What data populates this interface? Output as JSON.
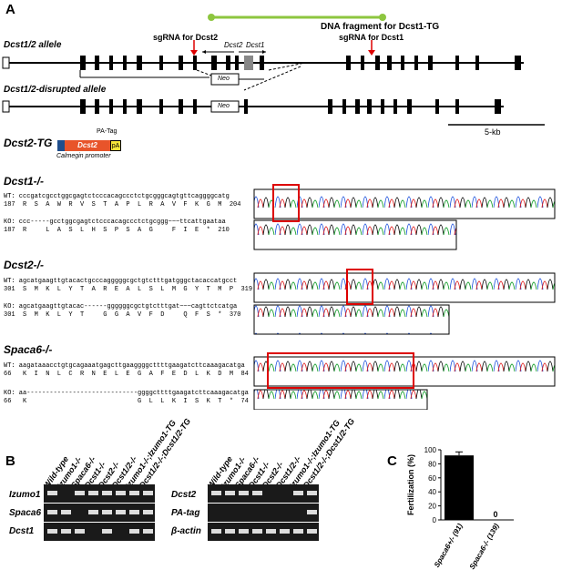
{
  "panelA": {
    "letter": "A",
    "dna_fragment_label": "DNA fragment for Dcst1-TG",
    "allele_label": "Dcst1/2 allele",
    "disrupted_label": "Dcst1/2-disrupted allele",
    "sgrna_dcst2": "sgRNA for Dcst2",
    "sgrna_dcst1": "sgRNA for Dcst1",
    "gene_dcst2": "Dcst2",
    "gene_dcst1": "Dcst1",
    "neo": "Neo",
    "scale": "5-kb",
    "tg_title": "Dcst2-TG",
    "tg_pa_tag": "PA-Tag",
    "tg_dcst2": "Dcst2",
    "tg_pa": "pA",
    "tg_promoter": "Calmegin promoter",
    "dcst1_title": "Dcst1-/-",
    "dcst1_wt_seq": "WT: cccgatcgcctggcgagtctcccacagccctctgcgggcagtgttcaggggcatg",
    "dcst1_wt_aa": "187  R  S  A  W  R  V  S  T  A  P  L  R  A  V  F  K  G  M  204",
    "dcst1_ko_seq": "KO: ccc-----gcctggcgagtctcccacagccctctgcggg~~~ttcattgaataa",
    "dcst1_ko_aa": "187  R     L  A  S  L  H  S  P  S  A  G     F  I  E  *  210",
    "dcst2_title": "Dcst2-/-",
    "dcst2_wt_seq": "WT: agcatgaagttgtacactgcccagggggcgctgtctttgatgggctacaccatgcct",
    "dcst2_wt_aa": "301  S  M  K  L  Y  T  A  R  E  A  L  S  L  M  G  Y  T  M  P  319",
    "dcst2_ko_seq": "KO: agcatgaagttgtacac------ggggggcgctgtctttgat~~~cagttctcatga",
    "dcst2_ko_aa": "301  S  M  K  L  Y  T     G  G  A  V  F  D     Q  F  S  *  370",
    "spaca6_title": "Spaca6-/-",
    "spaca6_wt_seq": "WT: aagataaacctgtgcagaaatgagcttgaaggggcttttgaagatcttcaaagacatga",
    "spaca6_wt_aa": "66   K  I  N  L  C  R  N  E  L  E  G  A  F  E  D  L  K  D  M  84",
    "spaca6_ko_seq": "KO: aa-----------------------------ggggcttttgaagatcttcaaagacatga",
    "spaca6_ko_aa": "66   K                             G  L  L  K  I  S  K  T  *  74"
  },
  "panelB": {
    "letter": "B",
    "lanes": [
      "Wild-type",
      "Izumo1-/-",
      "Spaca6-/-",
      "Dcst1-/-",
      "Dcst2-/-",
      "Dcst1/2-/-",
      "Izumo1-/-;Izumo1-TG",
      "Dcst1/2-/-;Dcst1/2-TG"
    ],
    "gel1_rows": [
      "Izumo1",
      "Spaca6",
      "Dcst1"
    ],
    "gel2_rows": [
      "Dcst2",
      "PA-tag",
      "β-actin"
    ]
  },
  "panelC": {
    "letter": "C",
    "chart_data": {
      "type": "bar",
      "categories": [
        "Spaca6+/- (91)",
        "Spaca6-/- (139)"
      ],
      "values": [
        92,
        0
      ],
      "errors": [
        5,
        0
      ],
      "data_labels": [
        "",
        "0"
      ],
      "ylabel": "Fertilization (%)",
      "ylim": [
        0,
        100
      ],
      "yticks": [
        0,
        20,
        40,
        60,
        80,
        100
      ]
    }
  }
}
